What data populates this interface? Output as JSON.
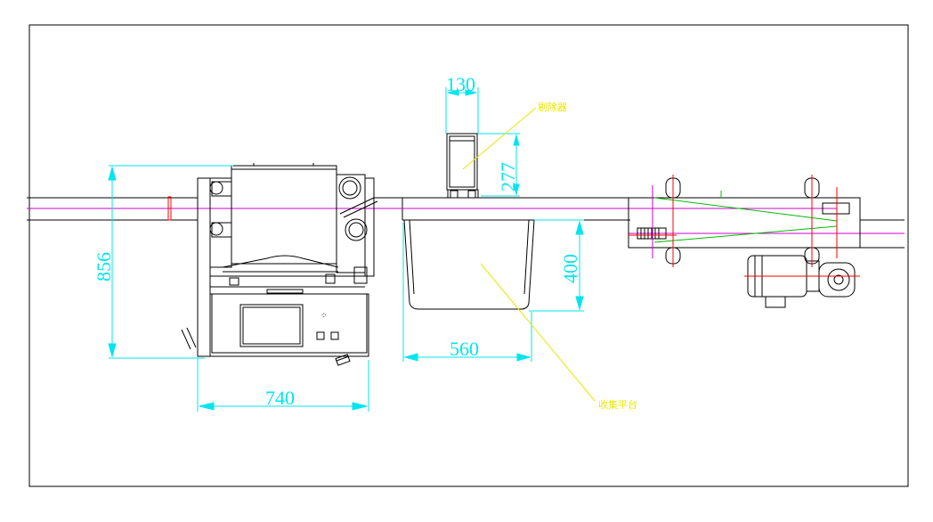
{
  "drawing": {
    "dimensions": {
      "overall_height": "856",
      "machine_width": "740",
      "platform_width": "560",
      "platform_height": "400",
      "detector_width": "130",
      "detector_height": "277"
    },
    "annotations": {
      "detector": "剔除器",
      "platform": "收集平台"
    },
    "colors": {
      "outline": "#000000",
      "dimension": "#00e5ee",
      "centerline": "#cc00cc",
      "leader": "#e8e800",
      "red": "#ff0000",
      "green": "#00bb00"
    }
  }
}
